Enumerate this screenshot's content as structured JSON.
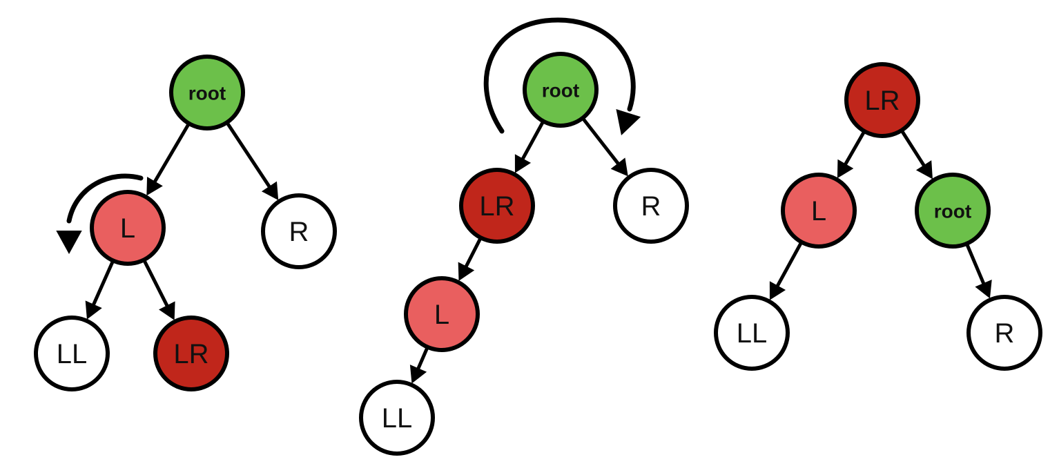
{
  "colors": {
    "root": "#6cc04a",
    "left_child": "#e95f5f",
    "left_right": "#c0261b",
    "leaf": "#ffffff",
    "stroke": "#000000"
  },
  "panels": [
    {
      "id": "panel-1",
      "nodes": [
        {
          "id": "root",
          "label": "root",
          "fill": "root",
          "bold": true
        },
        {
          "id": "L",
          "label": "L",
          "fill": "left_child",
          "bold": false
        },
        {
          "id": "R",
          "label": "R",
          "fill": "leaf",
          "bold": false
        },
        {
          "id": "LL",
          "label": "LL",
          "fill": "leaf",
          "bold": false
        },
        {
          "id": "LR",
          "label": "LR",
          "fill": "left_right",
          "bold": false
        }
      ],
      "edges": [
        [
          "root",
          "L"
        ],
        [
          "root",
          "R"
        ],
        [
          "L",
          "LL"
        ],
        [
          "L",
          "LR"
        ]
      ],
      "rotation": {
        "around": "L",
        "direction": "counterclockwise"
      }
    },
    {
      "id": "panel-2",
      "nodes": [
        {
          "id": "root",
          "label": "root",
          "fill": "root",
          "bold": true
        },
        {
          "id": "LR",
          "label": "LR",
          "fill": "left_right",
          "bold": false
        },
        {
          "id": "R",
          "label": "R",
          "fill": "leaf",
          "bold": false
        },
        {
          "id": "L",
          "label": "L",
          "fill": "left_child",
          "bold": false
        },
        {
          "id": "LL",
          "label": "LL",
          "fill": "leaf",
          "bold": false
        }
      ],
      "edges": [
        [
          "root",
          "LR"
        ],
        [
          "root",
          "R"
        ],
        [
          "LR",
          "L"
        ],
        [
          "L",
          "LL"
        ]
      ],
      "rotation": {
        "around": "root",
        "direction": "clockwise"
      }
    },
    {
      "id": "panel-3",
      "nodes": [
        {
          "id": "LR",
          "label": "LR",
          "fill": "left_right",
          "bold": false
        },
        {
          "id": "L",
          "label": "L",
          "fill": "left_child",
          "bold": false
        },
        {
          "id": "root",
          "label": "root",
          "fill": "root",
          "bold": true
        },
        {
          "id": "LL",
          "label": "LL",
          "fill": "leaf",
          "bold": false
        },
        {
          "id": "R",
          "label": "R",
          "fill": "leaf",
          "bold": false
        }
      ],
      "edges": [
        [
          "LR",
          "L"
        ],
        [
          "LR",
          "root"
        ],
        [
          "L",
          "LL"
        ],
        [
          "root",
          "R"
        ]
      ],
      "rotation": null
    }
  ]
}
